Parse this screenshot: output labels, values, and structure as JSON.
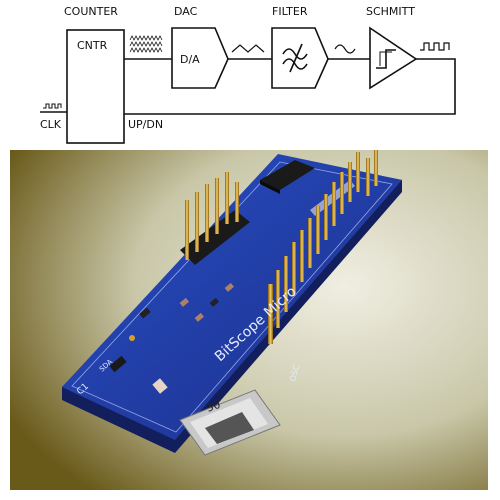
{
  "diagram": {
    "labels": {
      "counter": "COUNTER",
      "dac": "DAC",
      "filter": "FILTER",
      "schmitt": "SCHMITT",
      "cntr": "CNTR",
      "da": "D/A",
      "clk": "CLK",
      "updn": "UP/DN"
    }
  },
  "photo": {
    "board_text": "BitScope Micro",
    "port_labels": [
      "C1",
      "SDA",
      "OSC"
    ],
    "connector_text": "50",
    "colors": {
      "pcb": "#1f3fa8",
      "pins": "#d4a030",
      "background": "#e0dcc8"
    }
  }
}
